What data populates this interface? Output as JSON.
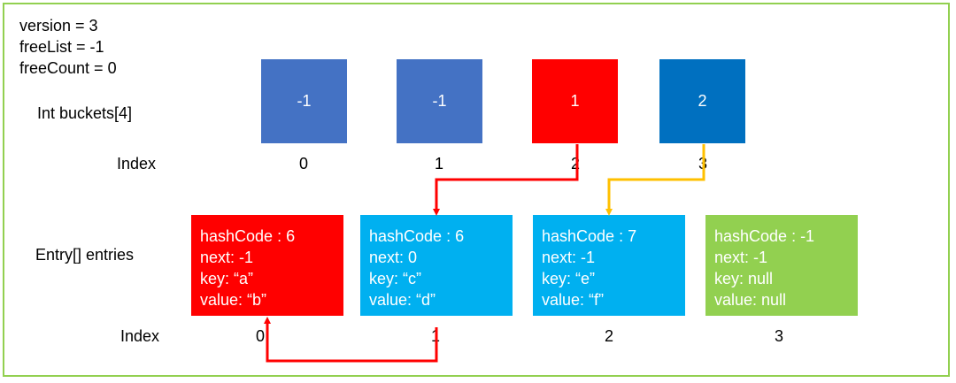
{
  "state": {
    "version": "version = 3",
    "freeList": "freeList = -1",
    "freeCount": "freeCount = 0"
  },
  "buckets": {
    "label": "Int buckets[4]",
    "index_label": "Index",
    "items": [
      {
        "value": "-1",
        "index": "0",
        "color": "#4472C4"
      },
      {
        "value": "-1",
        "index": "1",
        "color": "#4472C4"
      },
      {
        "value": "1",
        "index": "2",
        "color": "#FF0000"
      },
      {
        "value": "2",
        "index": "3",
        "color": "#0070C0"
      }
    ]
  },
  "entries": {
    "label": "Entry[] entries",
    "index_label": "Index",
    "items": [
      {
        "hashCode": "hashCode : 6",
        "next": "next: -1",
        "key": "key: “a”",
        "value": "value: “b”",
        "index": "0",
        "color": "#FF0000"
      },
      {
        "hashCode": "hashCode : 6",
        "next": "next: 0",
        "key": "key: “c”",
        "value": "value: “d”",
        "index": "1",
        "color": "#00B0F0"
      },
      {
        "hashCode": "hashCode : 7",
        "next": "next: -1",
        "key": "key: “e”",
        "value": "value: “f”",
        "index": "2",
        "color": "#00B0F0"
      },
      {
        "hashCode": "hashCode : -1",
        "next": "next: -1",
        "key": "key: null",
        "value": "value: null",
        "index": "3",
        "color": "#92D050"
      }
    ]
  },
  "colors": {
    "frame": "#92D050",
    "arrow_red": "#FF0000",
    "arrow_yellow": "#FFC000"
  }
}
